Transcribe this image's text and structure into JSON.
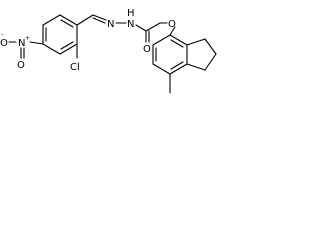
{
  "molecule": {
    "atoms": {
      "oxygen_ether": "O",
      "oxygen_carbonyl": "O",
      "nitrogen_1": "N",
      "nitrogen_2": "N",
      "hydrogen_nh": "H",
      "chlorine": "Cl",
      "nitro_o_left": "O",
      "nitro_o_right": "O",
      "nitro_n": "N",
      "nitro_plus": "+",
      "nitro_minus": "-"
    }
  }
}
